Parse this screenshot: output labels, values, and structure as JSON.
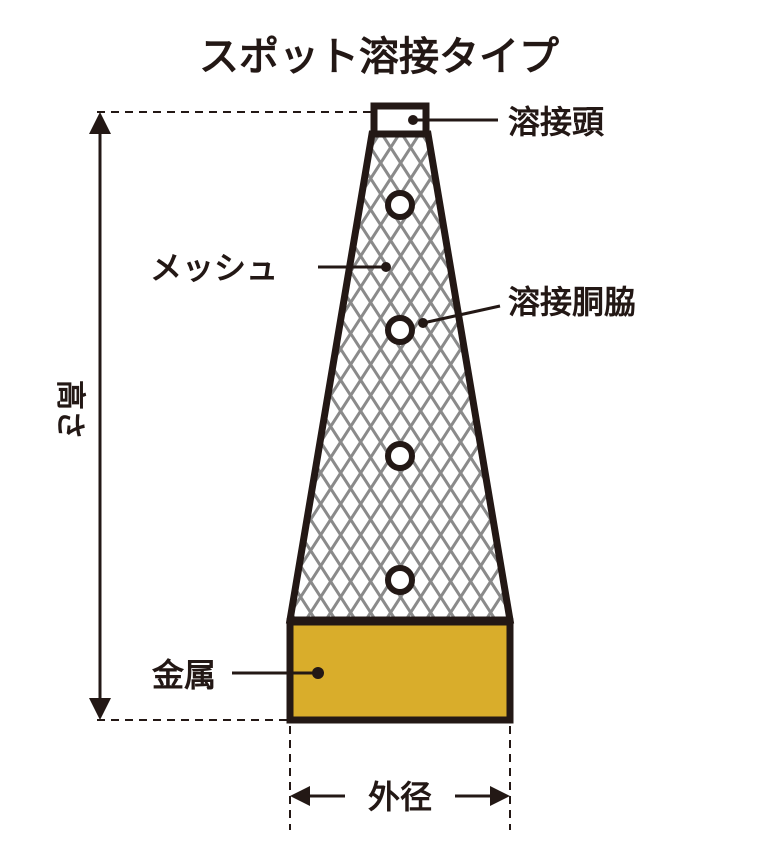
{
  "diagram": {
    "title": "スポット溶接タイプ",
    "labels": {
      "weld_head": "溶接頭",
      "mesh": "メッシュ",
      "weld_body": "溶接胴脇",
      "height": "高さ",
      "metal": "金属",
      "outer_diameter": "外径"
    },
    "colors": {
      "outline": "#231815",
      "metal_fill": "#d9ad2b",
      "mesh_line": "#8a8a8a",
      "background": "#ffffff"
    }
  }
}
